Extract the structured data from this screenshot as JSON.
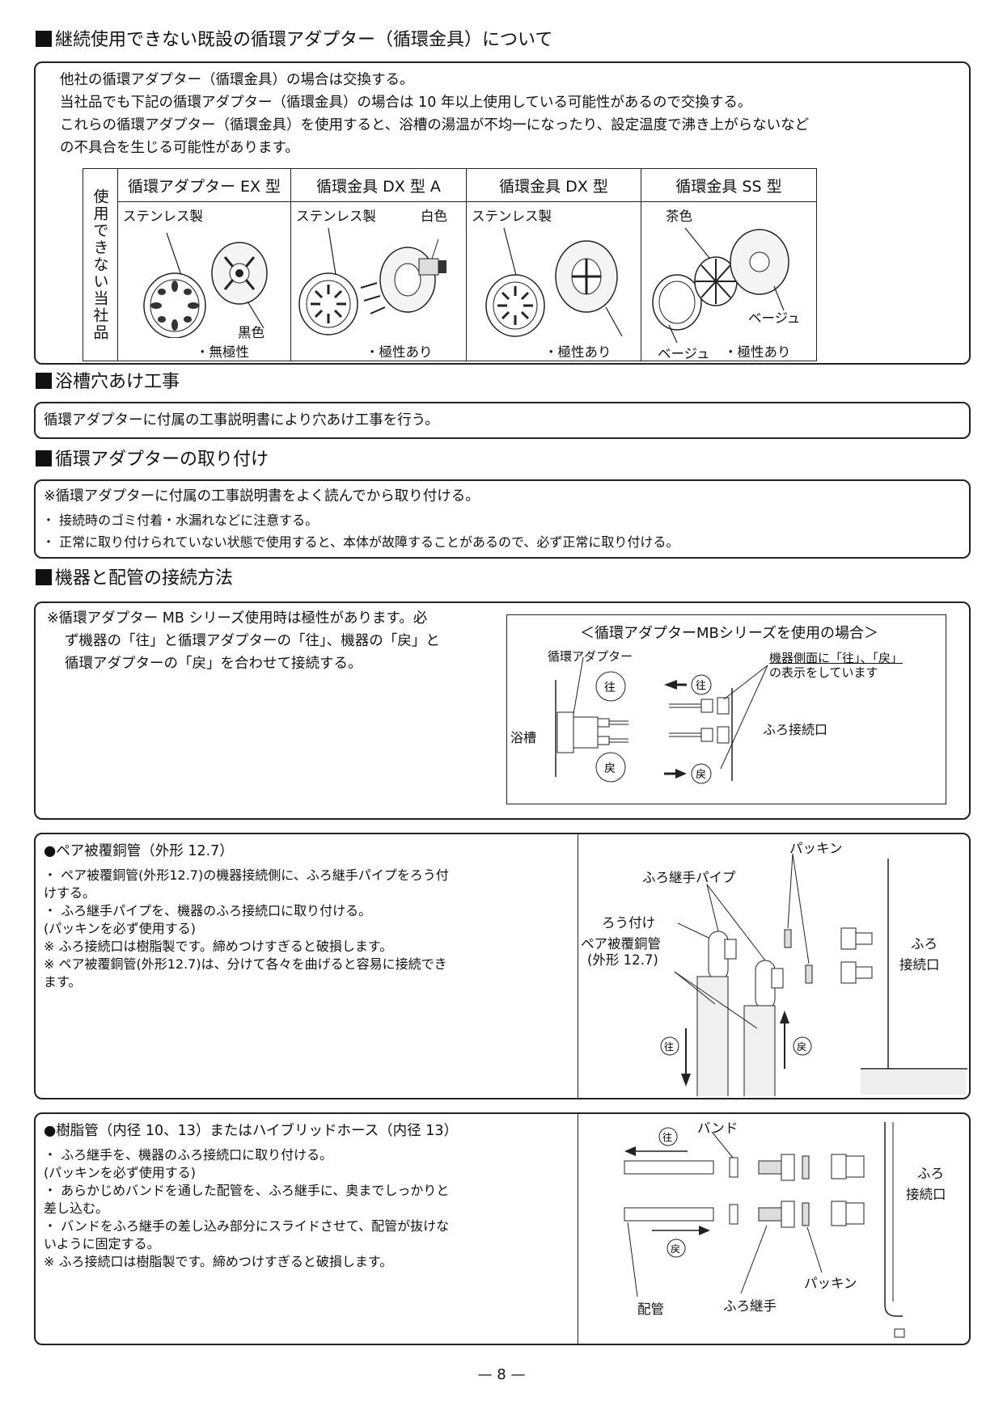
{
  "section1": {
    "heading": "継続使用できない既設の循環アダプター（循環金具）について",
    "lines": [
      "他社の循環アダプター（循環金具）の場合は交換する。",
      "当社品でも下記の循環アダプター（循環金具）の場合は 10 年以上使用している可能性があるので交換する。",
      "これらの循環アダプター（循環金具）を使用すると、浴槽の湯温が不均一になったり、設定温度で沸き上がらないなど",
      "の不具合を生じる可能性があります。"
    ],
    "table": {
      "row_label": "使用できない当社品",
      "columns": [
        {
          "header": "循環アダプター EX 型",
          "label_a": "ステンレス製",
          "label_b": "黒色",
          "polarity": "・無極性"
        },
        {
          "header": "循環金具 DX 型 A",
          "label_a": "ステンレス製",
          "label_b": "白色",
          "polarity": "・極性あり"
        },
        {
          "header": "循環金具 DX 型",
          "label_a": "ステンレス製",
          "polarity": "・極性あり"
        },
        {
          "header": "循環金具 SS 型",
          "label_a": "茶色",
          "label_b": "ベージュ",
          "label_c": "ベージュ",
          "polarity": "・極性あり"
        }
      ]
    }
  },
  "section2": {
    "heading": "浴槽穴あけ工事",
    "text": "循環アダプターに付属の工事説明書により穴あけ工事を行う。"
  },
  "section3": {
    "heading": "循環アダプターの取り付け",
    "note": "※循環アダプターに付属の工事説明書をよく読んでから取り付ける。",
    "bullets": [
      "・ 接続時のゴミ付着・水漏れなどに注意する。",
      "・ 正常に取り付けられていない状態で使用すると、本体が故障することがあるので、必ず正常に取り付ける。"
    ]
  },
  "section4": {
    "heading": "機器と配管の接続方法",
    "note_lines": [
      "※循環アダプター MB シリーズ使用時は極性があります。必",
      "ず機器の「往」と循環アダプターの「往」、機器の「戻」と",
      "循環アダプターの「戻」を合わせて接続する。"
    ],
    "diagram": {
      "title": "＜循環アダプターMBシリーズを使用の場合＞",
      "adapter": "循環アダプター",
      "side_note_1": "機器側面に「往」、「戻」",
      "side_note_2": "の表示をしています",
      "tub": "浴槽",
      "port": "ふろ接続口",
      "go": "往",
      "ret": "戻"
    }
  },
  "section5": {
    "title": "●ペア被覆銅管（外形 12.7）",
    "lines": [
      "・ ペア被覆銅管(外形12.7)の機器接続側に、ふろ継手パイプをろう付",
      "   けする。",
      "・ ふろ継手パイプを、機器のふろ接続口に取り付ける。",
      "   (パッキンを必ず使用する)",
      "※ ふろ接続口は樹脂製です。締めつけすぎると破損します。",
      "※ ペア被覆銅管(外形12.7)は、分けて各々を曲げると容易に接続でき",
      "   ます。"
    ],
    "diagram": {
      "packing": "パッキン",
      "joint_pipe": "ふろ継手パイプ",
      "brazing": "ろう付け",
      "pipe_1": "ペア被覆銅管",
      "pipe_2": "(外形 12.7)",
      "port_1": "ふろ",
      "port_2": "接続口",
      "go": "往",
      "ret": "戻"
    }
  },
  "section6": {
    "title": "●樹脂管（内径 10、13）またはハイブリッドホース（内径 13）",
    "lines": [
      "・ ふろ継手を、機器のふろ接続口に取り付ける。",
      "   (パッキンを必ず使用する)",
      "・ あらかじめバンドを通した配管を、ふろ継手に、奥までしっかりと",
      "   差し込む。",
      "・ バンドをふろ継手の差し込み部分にスライドさせて、配管が抜けな",
      "   いように固定する。",
      "※ ふろ接続口は樹脂製です。締めつけすぎると破損します。"
    ],
    "diagram": {
      "band": "バンド",
      "port_1": "ふろ",
      "port_2": "接続口",
      "packing": "パッキン",
      "pipe": "配管",
      "joint": "ふろ継手",
      "go": "往",
      "ret": "戻"
    }
  },
  "page_number": "— 8 —"
}
